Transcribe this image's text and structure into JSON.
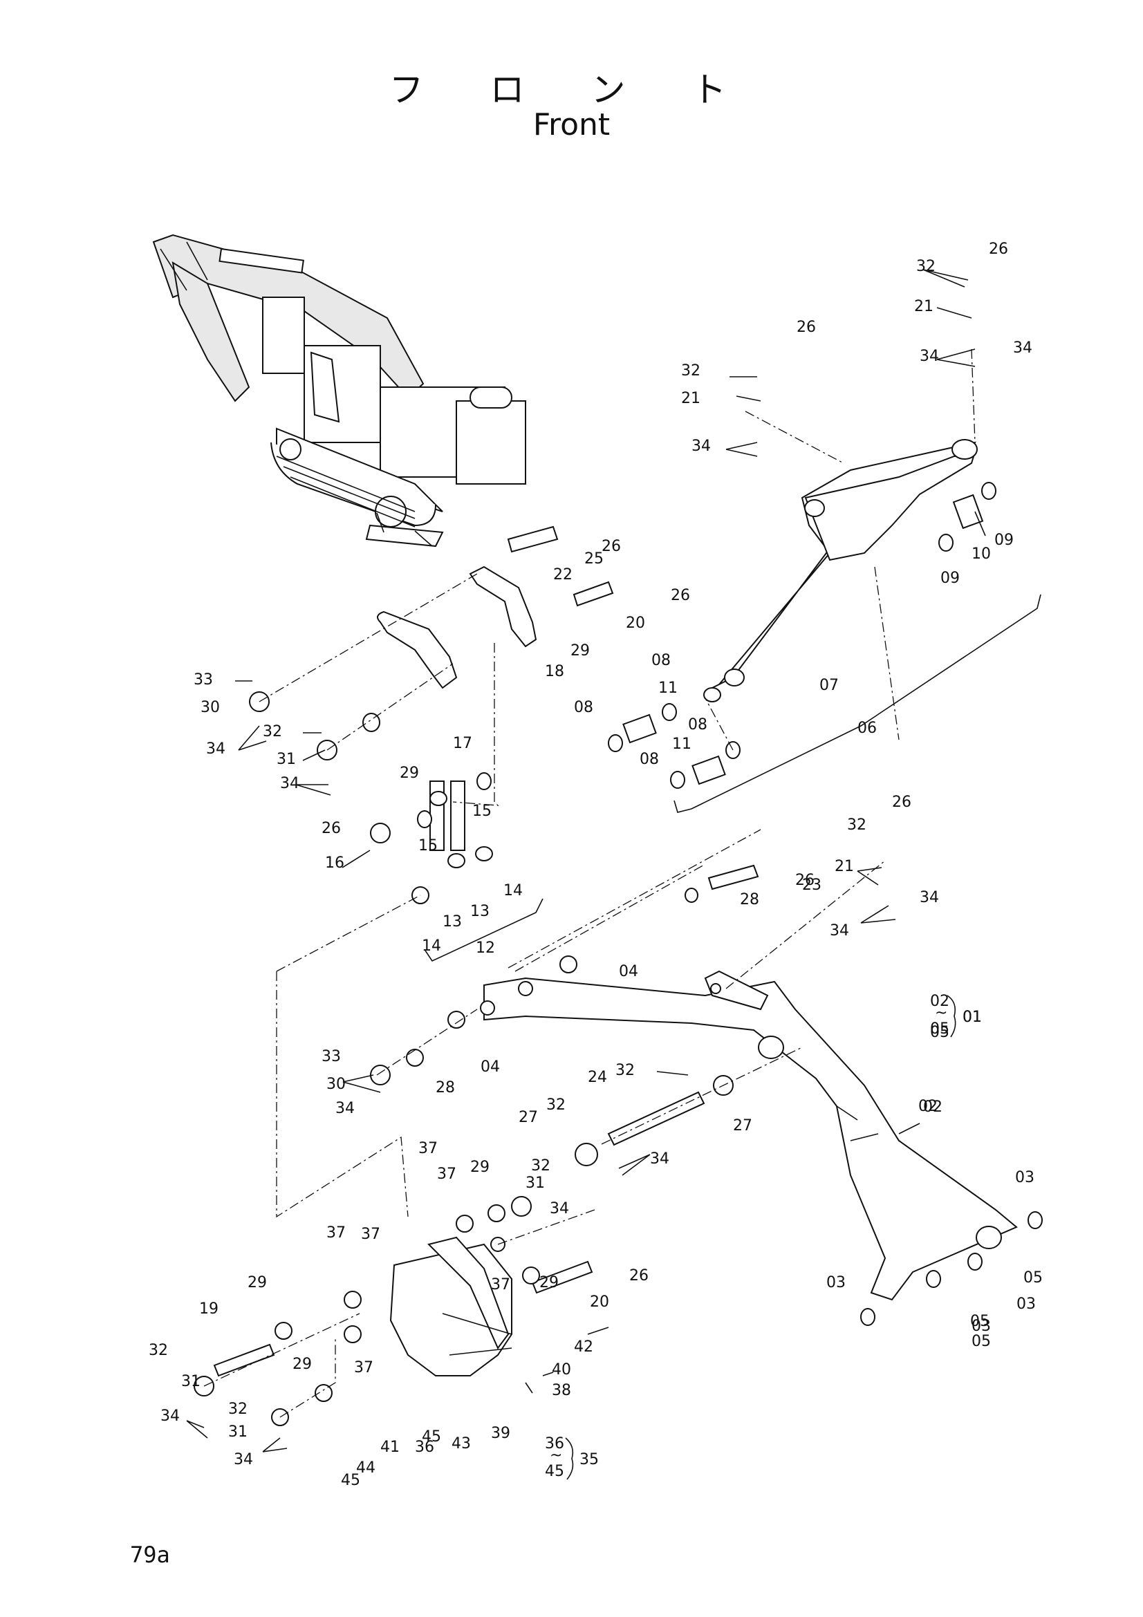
{
  "title_jp": "フ ロ ン ト",
  "title_en": "Front",
  "page_number": "79a",
  "part_labels": [
    "26",
    "32",
    "21",
    "34",
    "34",
    "26",
    "32",
    "21",
    "34",
    "09",
    "10",
    "09",
    "25",
    "26",
    "22",
    "26",
    "20",
    "29",
    "18",
    "08",
    "11",
    "08",
    "07",
    "08",
    "11",
    "08",
    "06",
    "33",
    "30",
    "34",
    "32",
    "31",
    "29",
    "17",
    "34",
    "26",
    "15",
    "16",
    "15",
    "14",
    "13",
    "13",
    "14",
    "12",
    "26",
    "32",
    "21",
    "23",
    "26",
    "28",
    "34",
    "34",
    "04",
    "02",
    "05",
    "01",
    "33",
    "30",
    "34",
    "28",
    "04",
    "32",
    "24",
    "32",
    "27",
    "27",
    "34",
    "02",
    "37",
    "37",
    "29",
    "32",
    "31",
    "34",
    "37",
    "37",
    "37",
    "26",
    "29",
    "20",
    "03",
    "05",
    "03",
    "05",
    "03",
    "03",
    "05",
    "29",
    "19",
    "32",
    "31",
    "34",
    "29",
    "32",
    "31",
    "34",
    "37",
    "42",
    "40",
    "38",
    "41",
    "36",
    "43",
    "39",
    "45",
    "44",
    "45",
    "36",
    "35"
  ],
  "ranges": [
    {
      "from": "02",
      "to": "05",
      "group": "01"
    },
    {
      "from": "36",
      "to": "45",
      "group": "35"
    }
  ]
}
